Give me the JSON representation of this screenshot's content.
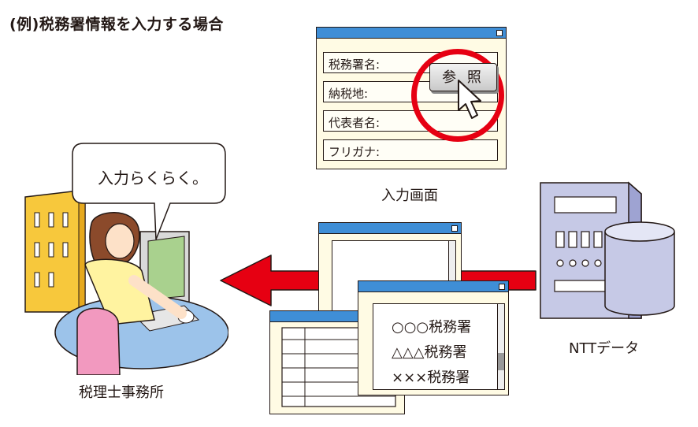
{
  "heading": "(例)税務署情報を入力する場合",
  "form_window": {
    "fields": [
      "税務署名:",
      "納税地:",
      "代表者名:",
      "フリガナ:"
    ],
    "reference_button": "参 照",
    "caption": "入力画面"
  },
  "speech_bubble": "入力らくらく。",
  "office_caption": "税理士事務所",
  "server_caption": "NTTデータ",
  "result_list": [
    "○○○税務署",
    "△△△税務署",
    "×××税務署"
  ],
  "colors": {
    "arrow": "#e60012",
    "titlebar": "#3f8ed6",
    "ring": "#e60012"
  }
}
